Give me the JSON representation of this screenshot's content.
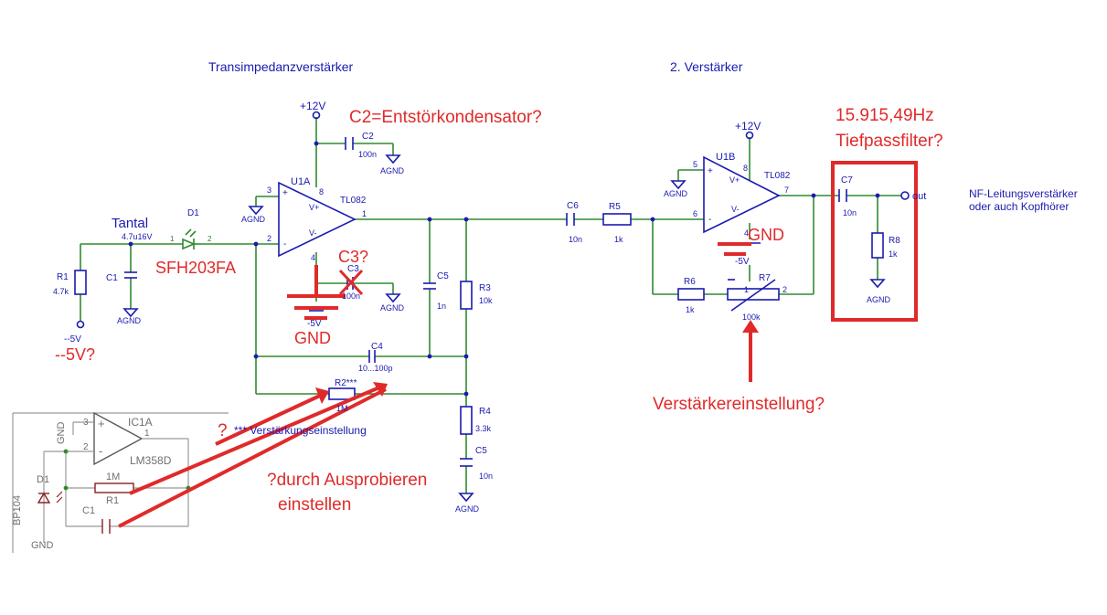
{
  "headings": {
    "stage1": "Transimpedanzverstärker",
    "stage2": "2. Verstärker"
  },
  "colors": {
    "wire": "#2e8b2e",
    "component": "#1a1ab0",
    "annotation": "#e02a2a",
    "inset": "#707070"
  },
  "labels": {
    "plus12_a": "+12V",
    "plus12_b": "+12V",
    "u1a": "U1A",
    "u1b": "U1B",
    "tl082_a": "TL082",
    "tl082_b": "TL082",
    "pin8_a": "8",
    "pin3": "3",
    "pin2": "2",
    "pin1": "1",
    "pin4_a": "4",
    "pin8_b": "8",
    "pin5": "5",
    "pin6": "6",
    "pin7": "7",
    "pin4_b": "4",
    "vplus_a": "V+",
    "vminus_a": "V-",
    "vplus_b": "V+",
    "vminus_b": "V-",
    "plus_a": "+",
    "minus_a": "-",
    "plus_b": "+",
    "minus_b": "-",
    "c2": "C2",
    "c2v": "100n",
    "c3": "C3",
    "c3v": "100n",
    "c1": "C1",
    "r1": "R1",
    "r1v": "4.7k",
    "minus5_a": "--5V",
    "d1": "D1",
    "d1p1": "1",
    "d1p2": "2",
    "tantal_v": "4.7u16V",
    "c5a": "C5",
    "c5av": "1n",
    "r3": "R3",
    "r3v": "10k",
    "c4": "C4",
    "c4v": "10...100p",
    "r2": "R2***",
    "r2v": "1M",
    "r4": "R4",
    "r4v": "3.3k",
    "c5b": "C5",
    "c5bv": "10n",
    "c6": "C6",
    "c6v": "10n",
    "r5": "R5",
    "r5v": "1k",
    "r6": "R6",
    "r6v": "1k",
    "r7": "R7",
    "r7v": "100k",
    "r7p1": "1",
    "r7p2": "2",
    "c7": "C7",
    "c7v": "10n",
    "r8": "R8",
    "r8v": "1k",
    "out": "out",
    "minus5_b": "-5V",
    "minus5_c": "-5V",
    "agnd": "AGND",
    "star_note": "*** Verstärkungseinstellung",
    "nf1": "NF-Leitungsverstärker",
    "nf2": "oder auch Kopfhörer"
  },
  "inset": {
    "ic": "IC1A",
    "part": "LM358D",
    "r1": "R1",
    "r1v": "1M",
    "c1": "C1",
    "d1": "D1",
    "diode": "BP104",
    "gnd_top": "GND",
    "gnd_bot": "GND",
    "p3": "3",
    "p2": "2",
    "p1": "1",
    "plus": "+",
    "minus": "-"
  },
  "annotations": {
    "c2q": "C2=Entstörkondensator?",
    "freq": "15.915,49Hz",
    "tp": "Tiefpassfilter?",
    "tantal": "Tantal",
    "sfh": "SFH203FA",
    "minus5q": "--5V?",
    "c3q": "C3?",
    "gnd1": "GND",
    "gnd2": "GND",
    "q": "?",
    "probe1": "?durch Ausprobieren",
    "probe2": "einstellen",
    "gain": "Verstärkereinstellung?"
  }
}
